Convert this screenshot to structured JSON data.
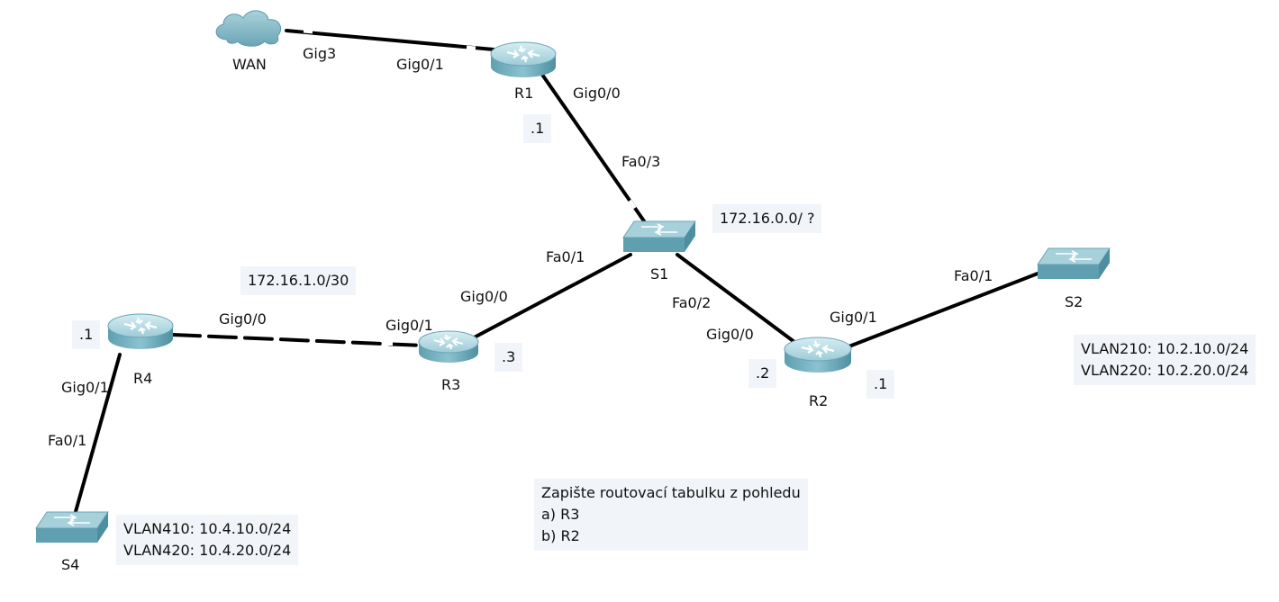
{
  "colors": {
    "device_light": "#b9dde6",
    "device_mid": "#7fb6c4",
    "device_dark": "#4d8fa1",
    "cable": "#000000",
    "note_bg": "#f1f4f8"
  },
  "devices": {
    "wan": {
      "label": "WAN",
      "icon": "cloud-icon"
    },
    "r1": {
      "label": "R1",
      "icon": "router-icon"
    },
    "r2": {
      "label": "R2",
      "icon": "router-icon"
    },
    "r3": {
      "label": "R3",
      "icon": "router-icon"
    },
    "r4": {
      "label": "R4",
      "icon": "router-icon"
    },
    "s1": {
      "label": "S1",
      "icon": "switch-icon"
    },
    "s2": {
      "label": "S2",
      "icon": "switch-icon"
    },
    "s4": {
      "label": "S4",
      "icon": "switch-icon"
    }
  },
  "ports": {
    "wan_gig3": "Gig3",
    "r1_gig01": "Gig0/1",
    "r1_gig00": "Gig0/0",
    "s1_fa03": "Fa0/3",
    "s1_fa01": "Fa0/1",
    "s1_fa02": "Fa0/2",
    "r3_gig00": "Gig0/0",
    "r3_gig01": "Gig0/1",
    "r4_gig00": "Gig0/0",
    "r4_gig01": "Gig0/1",
    "s4_fa01": "Fa0/1",
    "r2_gig00": "Gig0/0",
    "r2_gig01": "Gig0/1",
    "s2_fa01": "Fa0/1"
  },
  "addresses": {
    "r1_host": ".1",
    "r3_host": ".3",
    "r2_host_lan": ".2",
    "r2_host_vlan": ".1",
    "r4_host": ".1",
    "net_s1": "172.16.0.0/ ?",
    "net_r3_r4": "172.16.1.0/30"
  },
  "notes": {
    "s2_vlans": [
      "VLAN210: 10.2.10.0/24",
      "VLAN220: 10.2.20.0/24"
    ],
    "s4_vlans": [
      "VLAN410: 10.4.10.0/24",
      "VLAN420: 10.4.20.0/24"
    ],
    "task": [
      "Zapište routovací tabulku z pohledu",
      "a) R3",
      "b) R2"
    ]
  }
}
